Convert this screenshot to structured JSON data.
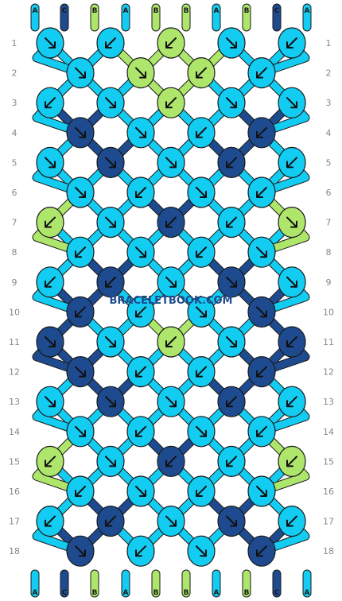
{
  "colors": {
    "A": "#12ccf2",
    "B": "#aee66c",
    "C": "#1e4b8f"
  },
  "strands_top": [
    "A",
    "C",
    "B",
    "A",
    "B",
    "B",
    "A",
    "B",
    "C",
    "A"
  ],
  "strands_bottom": [
    "A",
    "C",
    "B",
    "A",
    "B",
    "B",
    "A",
    "B",
    "C",
    "A"
  ],
  "rows": [
    {
      "label": "1",
      "knots": [
        {
          "c": "A",
          "d": "R"
        },
        {
          "c": "A",
          "d": "L"
        },
        {
          "c": "B",
          "d": "L"
        },
        {
          "c": "A",
          "d": "R"
        },
        {
          "c": "A",
          "d": "L"
        }
      ]
    },
    {
      "label": "2",
      "knots": [
        {
          "c": "A",
          "d": "R"
        },
        {
          "c": "B",
          "d": "R"
        },
        {
          "c": "B",
          "d": "L"
        },
        {
          "c": "A",
          "d": "L"
        }
      ]
    },
    {
      "label": "3",
      "knots": [
        {
          "c": "A",
          "d": "L"
        },
        {
          "c": "A",
          "d": "R"
        },
        {
          "c": "B",
          "d": "L"
        },
        {
          "c": "A",
          "d": "R"
        },
        {
          "c": "A",
          "d": "R"
        }
      ]
    },
    {
      "label": "4",
      "knots": [
        {
          "c": "C",
          "d": "R"
        },
        {
          "c": "A",
          "d": "R"
        },
        {
          "c": "A",
          "d": "L"
        },
        {
          "c": "C",
          "d": "L"
        }
      ]
    },
    {
      "label": "5",
      "knots": [
        {
          "c": "A",
          "d": "R"
        },
        {
          "c": "C",
          "d": "R"
        },
        {
          "c": "A",
          "d": "R"
        },
        {
          "c": "C",
          "d": "L"
        },
        {
          "c": "A",
          "d": "L"
        }
      ]
    },
    {
      "label": "6",
      "knots": [
        {
          "c": "A",
          "d": "R"
        },
        {
          "c": "A",
          "d": "L"
        },
        {
          "c": "A",
          "d": "R"
        },
        {
          "c": "A",
          "d": "L"
        }
      ]
    },
    {
      "label": "7",
      "knots": [
        {
          "c": "B",
          "d": "L"
        },
        {
          "c": "A",
          "d": "R"
        },
        {
          "c": "C",
          "d": "L"
        },
        {
          "c": "A",
          "d": "L"
        },
        {
          "c": "B",
          "d": "R"
        }
      ]
    },
    {
      "label": "8",
      "knots": [
        {
          "c": "A",
          "d": "L"
        },
        {
          "c": "A",
          "d": "R"
        },
        {
          "c": "A",
          "d": "L"
        },
        {
          "c": "A",
          "d": "R"
        }
      ]
    },
    {
      "label": "9",
      "knots": [
        {
          "c": "A",
          "d": "L"
        },
        {
          "c": "C",
          "d": "L"
        },
        {
          "c": "A",
          "d": "R"
        },
        {
          "c": "C",
          "d": "R"
        },
        {
          "c": "A",
          "d": "R"
        }
      ]
    },
    {
      "label": "10",
      "knots": [
        {
          "c": "C",
          "d": "L"
        },
        {
          "c": "A",
          "d": "L"
        },
        {
          "c": "A",
          "d": "R"
        },
        {
          "c": "C",
          "d": "R"
        }
      ]
    },
    {
      "label": "11",
      "knots": [
        {
          "c": "C",
          "d": "R"
        },
        {
          "c": "A",
          "d": "R"
        },
        {
          "c": "B",
          "d": "L"
        },
        {
          "c": "A",
          "d": "R"
        },
        {
          "c": "C",
          "d": "L"
        }
      ]
    },
    {
      "label": "12",
      "knots": [
        {
          "c": "C",
          "d": "R"
        },
        {
          "c": "A",
          "d": "L"
        },
        {
          "c": "A",
          "d": "L"
        },
        {
          "c": "C",
          "d": "L"
        }
      ]
    },
    {
      "label": "13",
      "knots": [
        {
          "c": "A",
          "d": "R"
        },
        {
          "c": "C",
          "d": "R"
        },
        {
          "c": "A",
          "d": "R"
        },
        {
          "c": "C",
          "d": "L"
        },
        {
          "c": "A",
          "d": "L"
        }
      ]
    },
    {
      "label": "14",
      "knots": [
        {
          "c": "A",
          "d": "R"
        },
        {
          "c": "A",
          "d": "L"
        },
        {
          "c": "A",
          "d": "R"
        },
        {
          "c": "A",
          "d": "L"
        }
      ]
    },
    {
      "label": "15",
      "knots": [
        {
          "c": "B",
          "d": "L"
        },
        {
          "c": "A",
          "d": "R"
        },
        {
          "c": "C",
          "d": "L"
        },
        {
          "c": "A",
          "d": "L"
        },
        {
          "c": "B",
          "d": "L"
        }
      ]
    },
    {
      "label": "16",
      "knots": [
        {
          "c": "A",
          "d": "L"
        },
        {
          "c": "A",
          "d": "R"
        },
        {
          "c": "A",
          "d": "L"
        },
        {
          "c": "A",
          "d": "R"
        }
      ]
    },
    {
      "label": "17",
      "knots": [
        {
          "c": "A",
          "d": "L"
        },
        {
          "c": "C",
          "d": "L"
        },
        {
          "c": "A",
          "d": "R"
        },
        {
          "c": "C",
          "d": "R"
        },
        {
          "c": "A",
          "d": "L"
        }
      ]
    },
    {
      "label": "18",
      "knots": [
        {
          "c": "C",
          "d": "R"
        },
        {
          "c": "A",
          "d": "L"
        },
        {
          "c": "A",
          "d": "R"
        },
        {
          "c": "C",
          "d": "L"
        }
      ]
    }
  ],
  "watermark": "BRACELETBOOK.COM"
}
